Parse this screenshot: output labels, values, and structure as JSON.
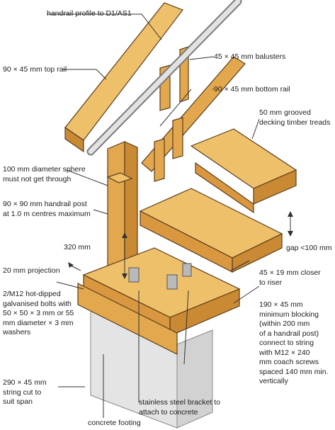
{
  "labels": {
    "handrail_profile": "handrail profile to D1/AS1",
    "balusters": "45 × 45 mm balusters",
    "top_rail": "90 × 45 mm top rail",
    "bottom_rail": "90 × 45 mm bottom rail",
    "treads": "50 mm grooved\ndecking timber treads",
    "sphere": "100 mm diameter sphere\nmust not get through",
    "handrail_post": "90 × 90 mm handrail post\nat 1.0 m centres maximum",
    "dim_320": "320 mm",
    "gap": "gap <100 mm",
    "projection": "20 mm projection",
    "closer": "45 × 19 mm closer\nto riser",
    "bolts": "2/M12 hot-dipped\ngalvanised bolts with\n50 × 50 × 3 mm or 55\nmm diameter × 3 mm\nwashers",
    "blocking": "190 × 45 mm\nminimum blocking\n(within 200 mm\nof a handrail post)\nconnect to string\nwith M12 × 240\nmm coach screws\nspaced 140 mm min.\nvertically",
    "string": "290 × 45 mm\nstring cut to\nsuit span",
    "bracket": "stainless steel bracket to\nattach to concrete",
    "footing": "concrete footing"
  },
  "colors": {
    "timber": "#e3a84e",
    "timber_light": "#efc06a",
    "timber_dark": "#c98a33",
    "outline": "#5a3d1c",
    "concrete": "#e6e6e6",
    "leader": "#333333",
    "steel_rail": "#dcdcdc"
  }
}
